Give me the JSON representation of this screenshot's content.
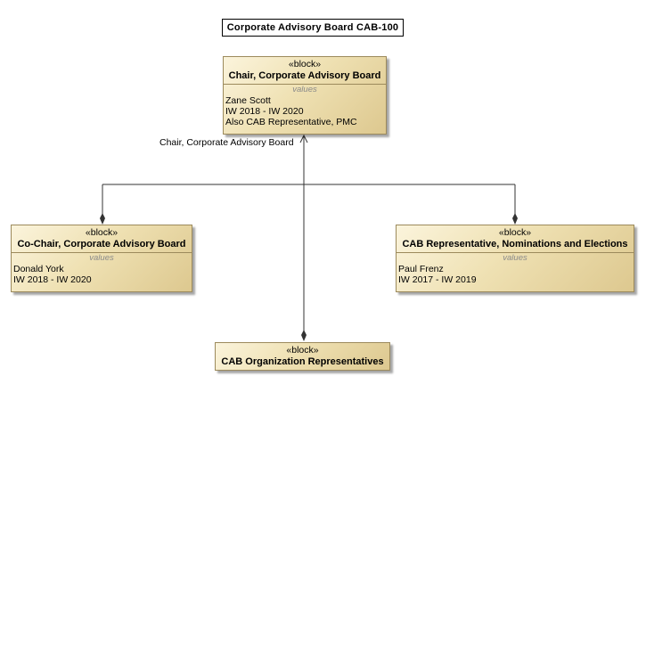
{
  "diagram_title": "Corporate Advisory Board CAB-100",
  "stereotype": "«block»",
  "values_label": "values",
  "blocks": {
    "chair": {
      "name": "Chair, Corporate Advisory Board",
      "values": [
        "Zane Scott",
        "IW 2018 - IW 2020",
        "Also CAB Representative, PMC"
      ]
    },
    "cochair": {
      "name": "Co-Chair, Corporate Advisory Board",
      "values": [
        "Donald York",
        "IW 2018 - IW 2020"
      ]
    },
    "nominations": {
      "name": "CAB Representative, Nominations and Elections",
      "values": [
        "Paul Frenz",
        "IW 2017 - IW 2019"
      ]
    },
    "org_reps": {
      "name": "CAB Organization Representatives"
    }
  },
  "connector_role_label": "Chair, Corporate Advisory Board",
  "colors": {
    "block_fill_light": "#fbf4dc",
    "block_fill_dark": "#ddc88f",
    "block_border": "#9c8a5c",
    "connector": "#333333"
  }
}
